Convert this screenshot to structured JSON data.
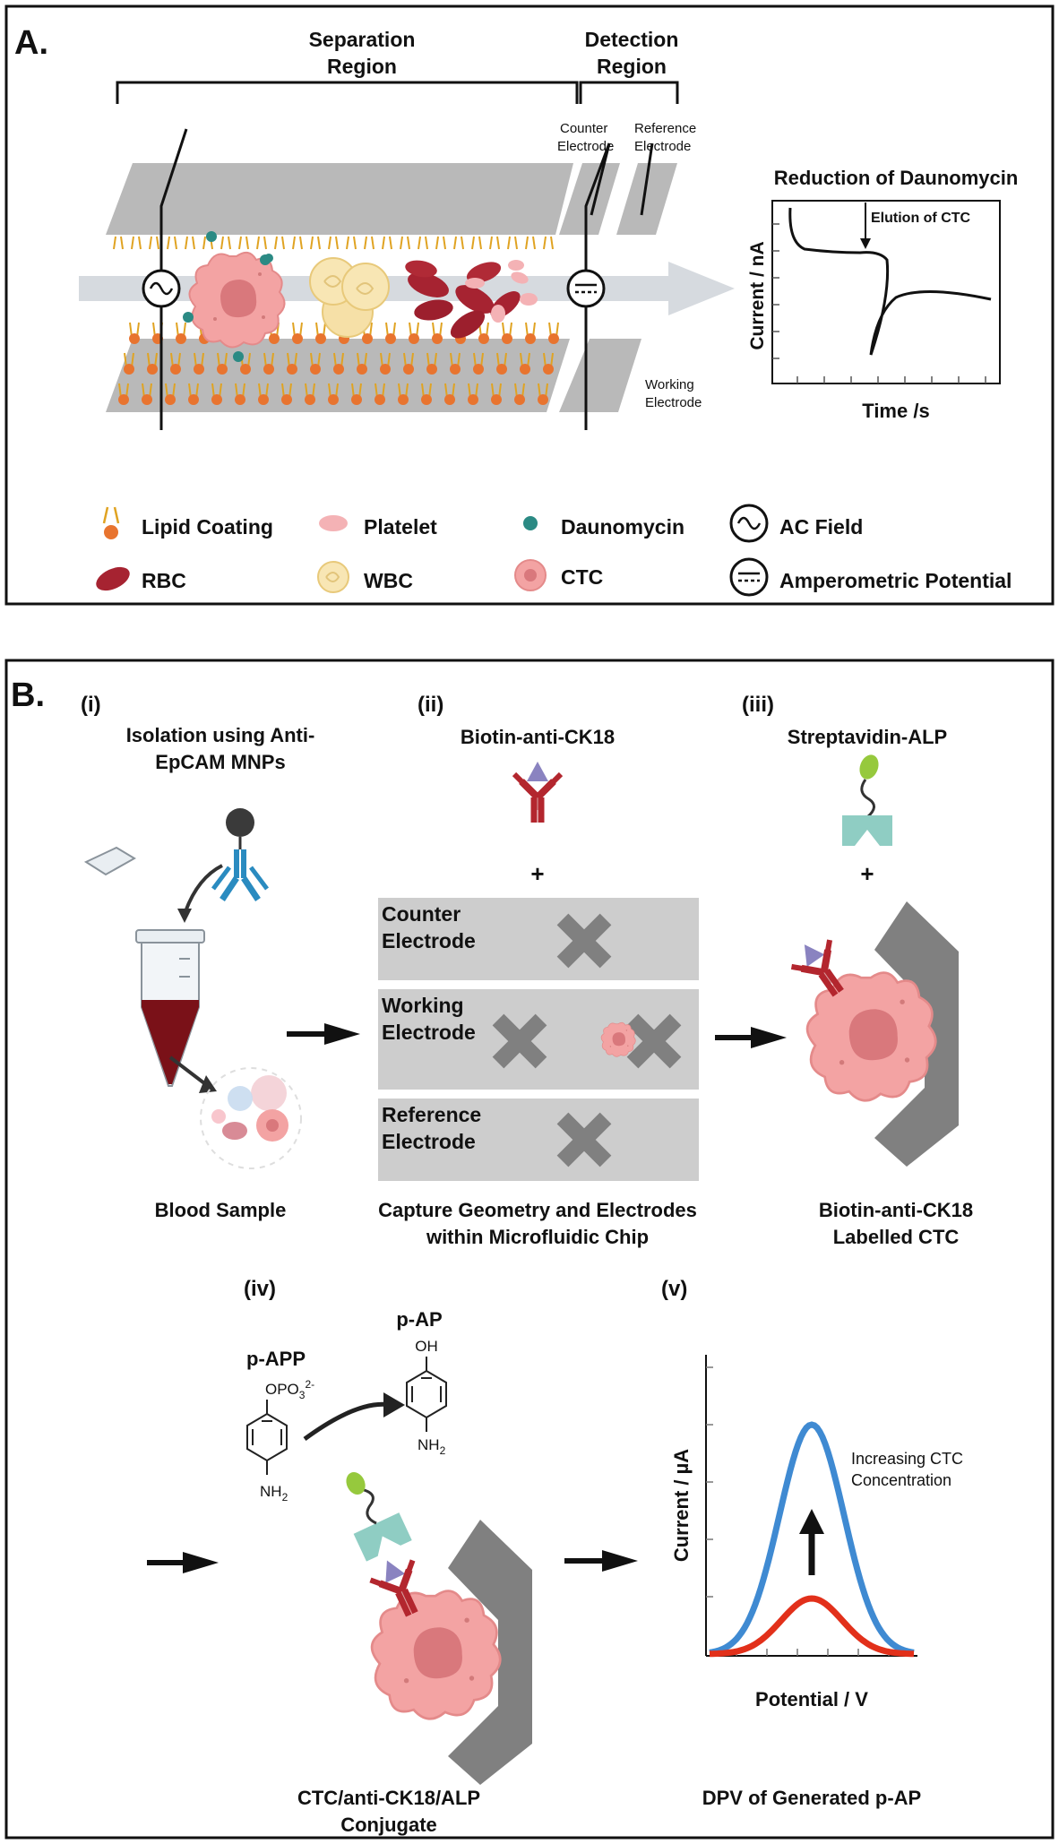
{
  "panelA": {
    "label": "A.",
    "separation": [
      "Separation",
      "Region"
    ],
    "detection": [
      "Detection",
      "Region"
    ],
    "counter": [
      "Counter",
      "Electrode"
    ],
    "reference": [
      "Reference",
      "Electrode"
    ],
    "working": [
      "Working",
      "Electrode"
    ],
    "plot": {
      "title": "Reduction of Daunomycin",
      "annotation": "Elution of CTC",
      "ylabel": "Current / nA",
      "xlabel": "Time /s"
    },
    "legend": {
      "lipid": "Lipid Coating",
      "platelet": "Platelet",
      "daunomycin": "Daunomycin",
      "ac": "AC Field",
      "rbc": "RBC",
      "wbc": "WBC",
      "ctc": "CTC",
      "amp": "Amperometric Potential"
    }
  },
  "panelB": {
    "label": "B.",
    "step1": {
      "num": "(i)",
      "title": [
        "Isolation using Anti-",
        "EpCAM MNPs"
      ],
      "caption": "Blood Sample"
    },
    "step2": {
      "num": "(ii)",
      "title": "Biotin-anti-CK18",
      "plus": "+",
      "rows": [
        [
          "Counter",
          "Electrode"
        ],
        [
          "Working",
          "Electrode"
        ],
        [
          "Reference",
          "Electrode"
        ]
      ],
      "caption": [
        "Capture Geometry and Electrodes",
        "within Microfluidic Chip"
      ]
    },
    "step3": {
      "num": "(iii)",
      "title": "Streptavidin-ALP",
      "plus": "+",
      "caption": [
        "Biotin-anti-CK18",
        "Labelled CTC"
      ]
    },
    "step4": {
      "num": "(iv)",
      "papp": "p-APP",
      "pap": "p-AP",
      "opo3": "OPO",
      "sub3": "3",
      "sup2": "2-",
      "oh": "OH",
      "nh": "NH",
      "sub2": "2",
      "caption": [
        "CTC/anti-CK18/ALP",
        "Conjugate"
      ]
    },
    "step5": {
      "num": "(v)",
      "ylabel": "Current / µA",
      "xlabel": "Potential / V",
      "annotation": [
        "Increasing CTC",
        "Concentration"
      ],
      "caption": "DPV of Generated p-AP"
    }
  },
  "colors": {
    "electrode": "#b9b9b9",
    "lipid_head": "#e8742f",
    "ctc": "#f3a3a3",
    "rbc": "#a62331",
    "daunomycin": "#2b8a84",
    "curve_high": "#3f8ad2",
    "curve_low": "#e2301a",
    "antibody": "#b3262e",
    "linker": "#5ba6bf",
    "alp": "#8fcdc3"
  }
}
